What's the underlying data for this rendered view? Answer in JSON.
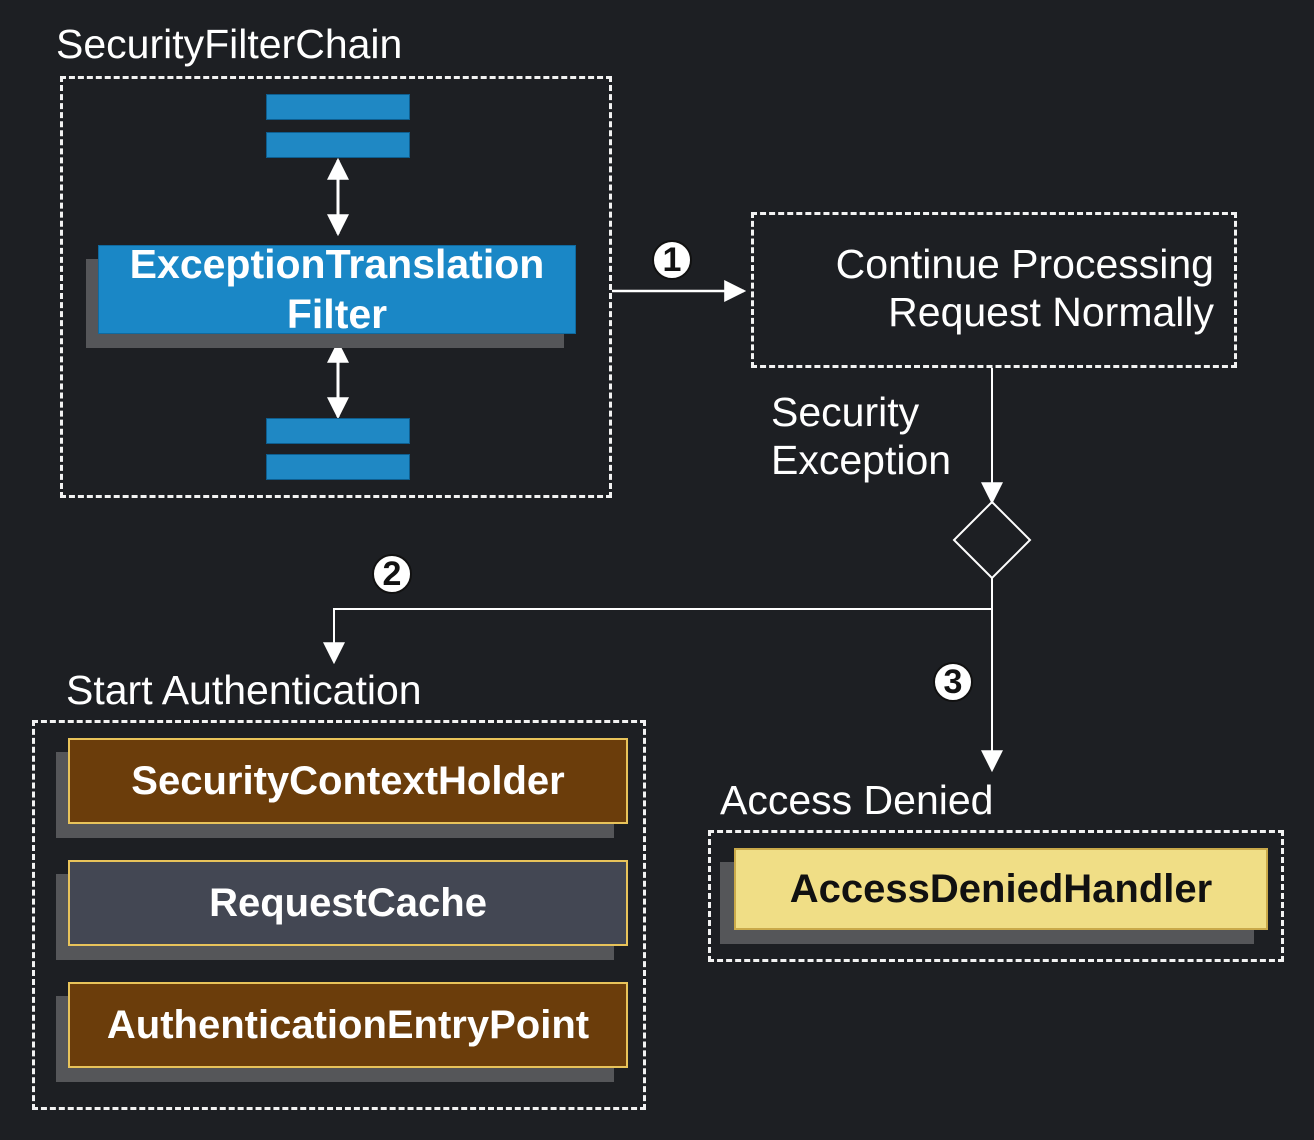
{
  "filter_chain": {
    "title": "SecurityFilterChain",
    "filter_line1": "ExceptionTranslation",
    "filter_line2": "Filter"
  },
  "continue_box": {
    "line1": "Continue Processing",
    "line2": "Request Normally"
  },
  "exception_label": {
    "line1": "Security",
    "line2": "Exception"
  },
  "steps": [
    "1",
    "2",
    "3"
  ],
  "start_auth": {
    "title": "Start Authentication",
    "items": [
      "SecurityContextHolder",
      "RequestCache",
      "AuthenticationEntryPoint"
    ]
  },
  "access_denied": {
    "title": "Access Denied",
    "handler": "AccessDeniedHandler"
  },
  "colors": {
    "background": "#1d1f23",
    "filter_blue": "#1a87c6",
    "brown": "#6b3d0b",
    "slate": "#434753",
    "yellow": "#f0de86",
    "outline_gold": "#e8c35a"
  }
}
